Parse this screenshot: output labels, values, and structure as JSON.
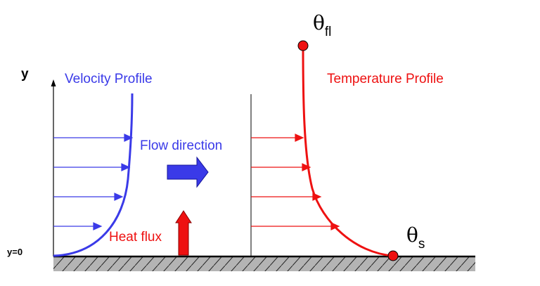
{
  "labels": {
    "y_axis": "y",
    "y_zero": "y=0",
    "velocity_profile": "Velocity Profile",
    "temperature_profile": "Temperature Profile",
    "flow_direction": "Flow direction",
    "heat_flux": "Heat flux",
    "theta_symbol": "θ",
    "theta_fluid_sub": "fl",
    "theta_surface_sub": "s"
  },
  "colors": {
    "velocity": "#3a3ae8",
    "temperature": "#ee1111",
    "wall_fill": "#b4b4b4",
    "axis": "#000000"
  },
  "icons": {
    "flow_arrow": "block-arrow-right",
    "heat_arrow": "block-arrow-up"
  }
}
